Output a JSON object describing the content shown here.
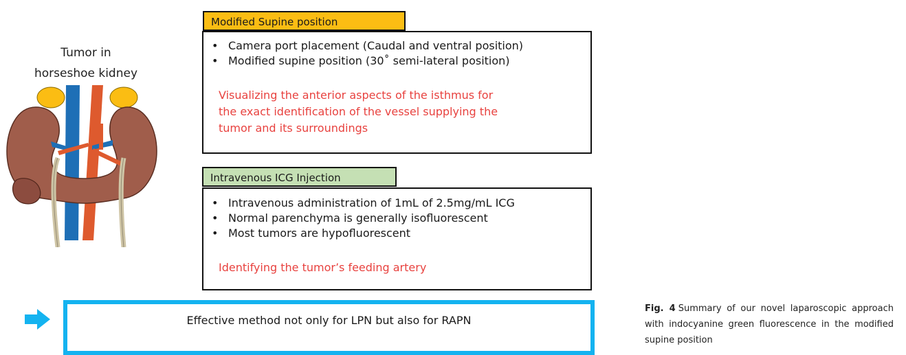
{
  "figure": {
    "title_lines": [
      "Tumor in",
      "horseshoe kidney"
    ],
    "colors": {
      "kidney": "#a05d4b",
      "adrenal": "#fbbd13",
      "vein": "#1e6fb6",
      "artery": "#de5a2e",
      "ureter": "#cfc5a6",
      "position_tab": "#fbbd13",
      "icg_tab": "#c5e0b4",
      "emphasis_text": "#e8423f",
      "result_border": "#14b3f0"
    }
  },
  "position_panel": {
    "header": "Modified Supine position",
    "bullets": [
      "Camera port placement (Caudal and ventral position)",
      "Modified supine position (30˚ semi-lateral position)"
    ],
    "highlight_lines": [
      "Visualizing the anterior aspects of the isthmus for",
      "the exact identification of the vessel supplying the",
      "tumor and its surroundings"
    ]
  },
  "icg_panel": {
    "header": "Intravenous ICG Injection",
    "bullets": [
      "Intravenous administration of 1mL of 2.5mg/mL ICG",
      "Normal parenchyma is generally isofluorescent",
      "Most tumors are hypofluorescent"
    ],
    "highlight": "Identifying the tumor’s feeding artery"
  },
  "result": {
    "arrow_icon": "right-arrow-icon",
    "text": "Effective method not only for LPN but also for RAPN"
  },
  "caption": {
    "label": "Fig. 4",
    "text": "Summary of our novel laparoscopic approach with indocyanine green fluorescence in the modified supine position"
  }
}
